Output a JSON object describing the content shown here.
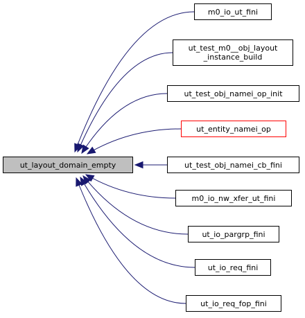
{
  "diagram": {
    "root": {
      "id": "root",
      "label": "ut_layout_domain_empty",
      "fill": "#bfbfbf",
      "border": "#000000"
    },
    "callers": [
      {
        "id": "c0",
        "label": "m0_io_ut_fini",
        "border": "#000000"
      },
      {
        "id": "c1",
        "label": "ut_test_m0__obj_layout\n_instance_build",
        "border": "#000000"
      },
      {
        "id": "c2",
        "label": "ut_test_obj_namei_op_init",
        "border": "#000000"
      },
      {
        "id": "c3",
        "label": "ut_entity_namei_op",
        "border": "#ff0000"
      },
      {
        "id": "c4",
        "label": "ut_test_obj_namei_cb_fini",
        "border": "#000000"
      },
      {
        "id": "c5",
        "label": "m0_io_nw_xfer_ut_fini",
        "border": "#000000"
      },
      {
        "id": "c6",
        "label": "ut_io_pargrp_fini",
        "border": "#000000"
      },
      {
        "id": "c7",
        "label": "ut_io_req_fini",
        "border": "#000000"
      },
      {
        "id": "c8",
        "label": "ut_io_req_fop_fini",
        "border": "#000000"
      }
    ],
    "edge_color": "#191970"
  }
}
